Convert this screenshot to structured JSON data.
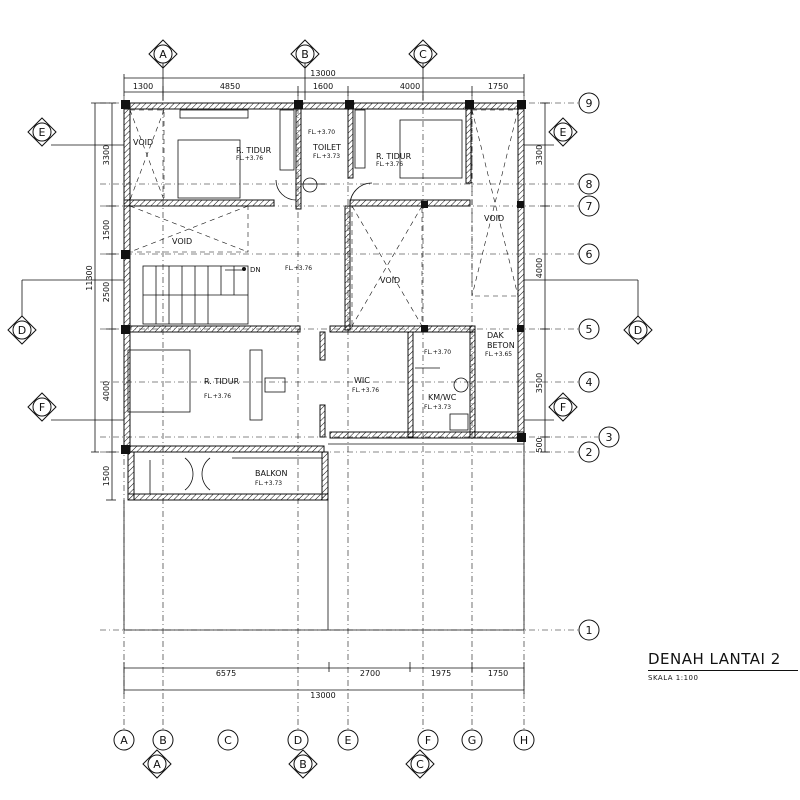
{
  "title": "DENAH LANTAI 2",
  "scale": "SKALA  1:100",
  "top_dims": [
    "1300",
    "4850",
    "1600",
    "4000",
    "1750"
  ],
  "top_total": "13000",
  "bottom_dims": [
    "6575",
    "2700",
    "1975",
    "1750"
  ],
  "bottom_total": "13000",
  "left_dims": [
    "3300",
    "1500",
    "2500",
    "4000",
    "1500"
  ],
  "left_total": "11300",
  "right_dims": [
    "3300",
    "4000",
    "3500",
    "500"
  ],
  "section_markers": {
    "a": "A",
    "b": "B",
    "c": "C",
    "d": "D",
    "e": "E",
    "f": "F"
  },
  "grid_top": [
    "A",
    "B",
    "C"
  ],
  "grid_bottom": [
    "A",
    "B",
    "C",
    "D",
    "E",
    "F",
    "G",
    "H"
  ],
  "grid_right": [
    "9",
    "8",
    "7",
    "6",
    "5",
    "4",
    "3",
    "2",
    "1"
  ],
  "rooms": {
    "r1_name": "R. TIDUR",
    "r1_fl": "FL.+3.76",
    "r2_name": "R. TIDUR",
    "r2_fl": "FL.+3.76",
    "r3_name": "R. TIDUR",
    "r3_fl": "FL.+3.76",
    "toilet_name": "TOILET",
    "toilet_fl1": "FL.+3.70",
    "toilet_fl2": "FL.+3.73",
    "void": "VOID",
    "hall_fl": "FL.+3.76",
    "dn": "DN",
    "wic_name": "WIC",
    "wic_fl": "FL.+3.76",
    "kmwc_name": "KM/WC",
    "kmwc_fl1": "FL.+3.70",
    "kmwc_fl2": "FL.+3.73",
    "dak1": "DAK",
    "dak2": "BETON",
    "dak_fl": "FL.+3.65",
    "balkon_name": "BALKON",
    "balkon_fl": "FL.+3.73"
  }
}
